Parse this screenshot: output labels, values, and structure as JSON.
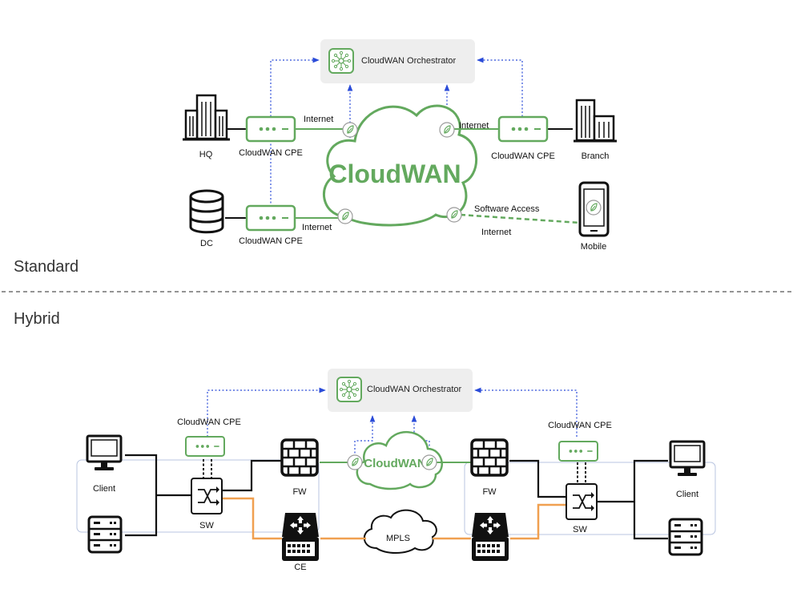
{
  "sections": {
    "standard": "Standard",
    "hybrid": "Hybrid"
  },
  "standard": {
    "orchestrator": "CloudWAN Orchestrator",
    "cloud": "CloudWAN",
    "hq": "HQ",
    "dc": "DC",
    "branch": "Branch",
    "mobile": "Mobile",
    "cpe_hq": "CloudWAN CPE",
    "cpe_dc": "CloudWAN CPE",
    "cpe_branch": "CloudWAN CPE",
    "internet_hq": "Internet",
    "internet_dc": "Internet",
    "internet_branch": "Internet",
    "software_access": "Software Access",
    "internet_mobile": "Internet"
  },
  "hybrid": {
    "orchestrator": "CloudWAN Orchestrator",
    "cloud": "CloudWAN",
    "mpls": "MPLS",
    "cpe_left": "CloudWAN CPE",
    "cpe_right": "CloudWAN CPE",
    "client_left": "Client",
    "client_right": "Client",
    "sw_left": "SW",
    "sw_right": "SW",
    "fw_left": "FW",
    "fw_right": "FW",
    "ce": "CE"
  },
  "colors": {
    "green": "#63a95e",
    "orange": "#f0a050",
    "blue": "#2a4bd8",
    "black": "#111111",
    "orch_bg": "#eeeeee"
  }
}
